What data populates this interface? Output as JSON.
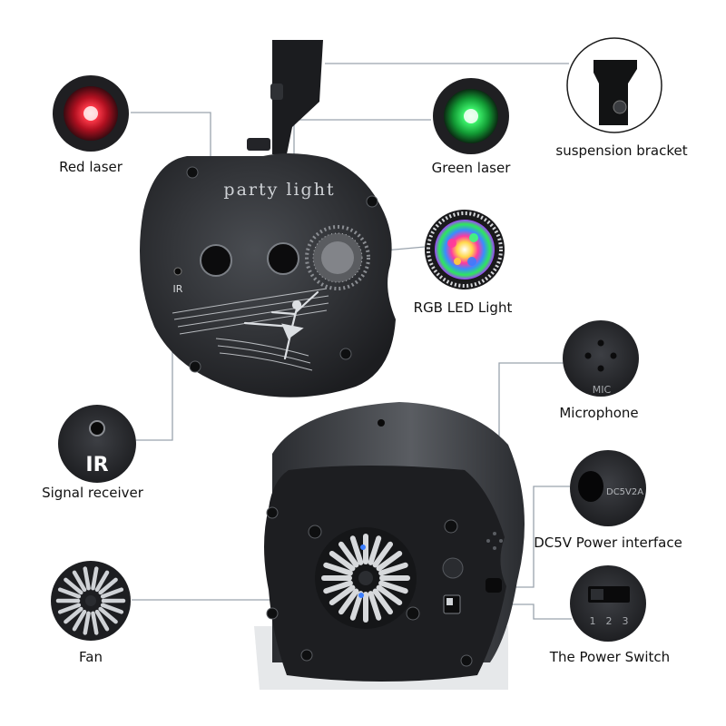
{
  "device": {
    "front_text": "party light",
    "ir_text": "IR"
  },
  "callouts": {
    "red_laser": "Red laser",
    "green_laser": "Green laser",
    "suspension_bracket": "suspension bracket",
    "rgb_led": "RGB LED Light",
    "microphone": "Microphone",
    "signal_receiver": "Signal receiver",
    "dc_power": "DC5V Power interface",
    "fan": "Fan",
    "power_switch": "The Power Switch"
  },
  "insets": {
    "ir_label": "IR",
    "mic_label": "MIC",
    "dc_label": "DC5V2A",
    "switch_positions": [
      "1",
      "2",
      "3"
    ]
  },
  "colors": {
    "red_laser": "#ff2a3a",
    "green_laser": "#2ee85a",
    "leader_line": "#9aa3ad",
    "device_body": "#2a2c30"
  }
}
